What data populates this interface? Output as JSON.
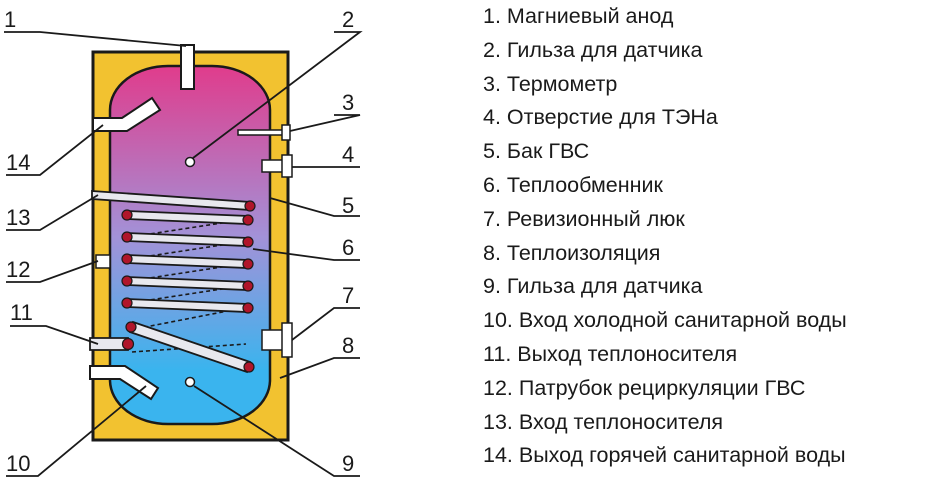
{
  "colors": {
    "insulation": "#f2c230",
    "tank_top": "#e03c8c",
    "tank_mid": "#a292d8",
    "tank_bottom": "#3ab4ee",
    "coil_tube": "#e8e8ee",
    "coil_end": "#b0152a",
    "outline": "#1a1a1a"
  },
  "callouts": [
    {
      "id": "1",
      "number": "1"
    },
    {
      "id": "2",
      "number": "2"
    },
    {
      "id": "3",
      "number": "3"
    },
    {
      "id": "4",
      "number": "4"
    },
    {
      "id": "5",
      "number": "5"
    },
    {
      "id": "6",
      "number": "6"
    },
    {
      "id": "7",
      "number": "7"
    },
    {
      "id": "8",
      "number": "8"
    },
    {
      "id": "9",
      "number": "9"
    },
    {
      "id": "10",
      "number": "10"
    },
    {
      "id": "11",
      "number": "11"
    },
    {
      "id": "12",
      "number": "12"
    },
    {
      "id": "13",
      "number": "13"
    },
    {
      "id": "14",
      "number": "14"
    }
  ],
  "legend": [
    "1. Магниевый анод",
    "2. Гильза для датчика",
    "3. Термометр",
    "4. Отверстие для ТЭНа",
    "5. Бак ГВС",
    "6. Теплообменник",
    "7. Ревизионный люк",
    "8. Теплоизоляция",
    "9. Гильза для датчика",
    "10. Вход холодной санитарной воды",
    "11. Выход теплоносителя",
    "12. Патрубок рециркуляции ГВС",
    "13. Вход теплоносителя",
    "14. Выход горячей санитарной воды"
  ]
}
